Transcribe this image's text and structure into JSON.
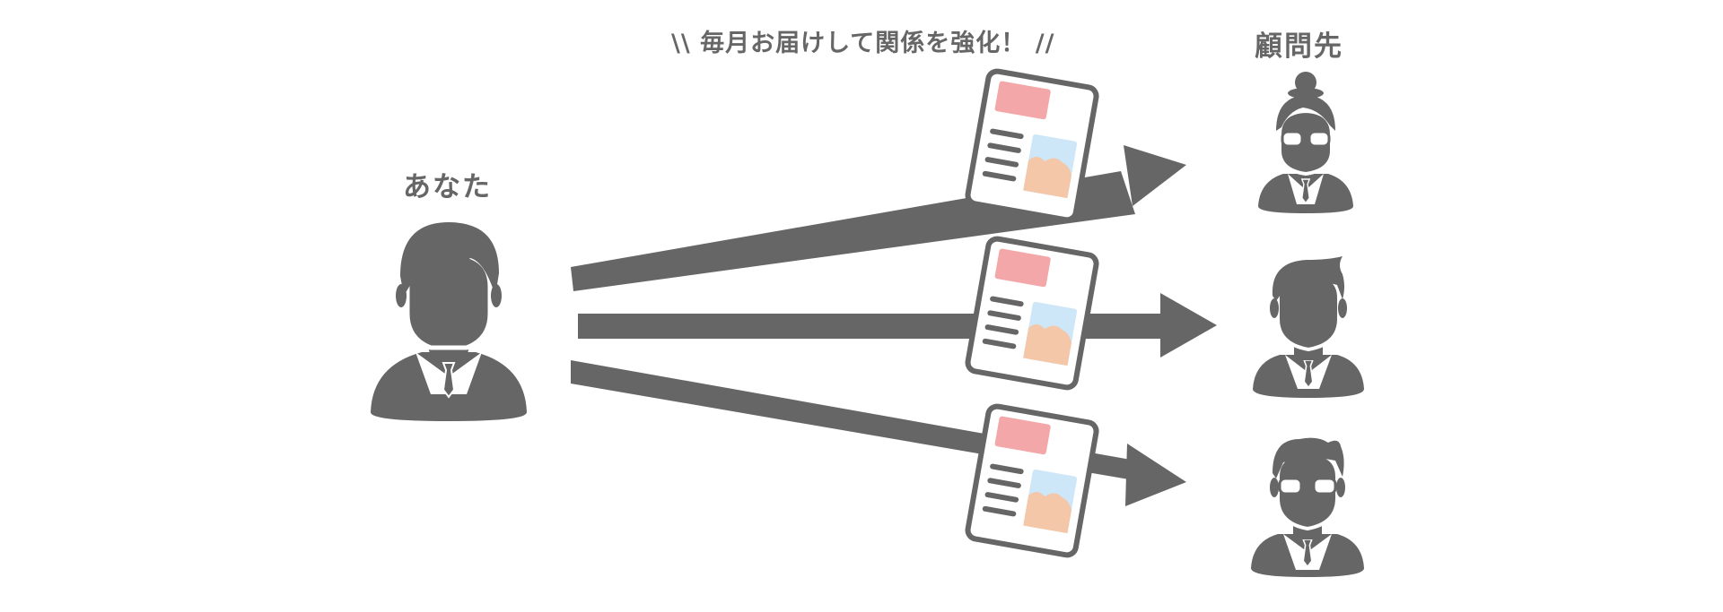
{
  "tagline": "\\\\ 毎月お届けして関係を強化！ //",
  "sender": {
    "label": "あなた",
    "icon": "businessman-icon"
  },
  "recipients": {
    "label": "顧問先",
    "people": [
      {
        "icon": "woman-with-glasses-icon"
      },
      {
        "icon": "man-icon"
      },
      {
        "icon": "man-with-glasses-and-mustache-icon"
      }
    ]
  },
  "newsletter": {
    "icon": "newsletter-document-icon",
    "count": 3
  },
  "colors": {
    "icon_gray": "#666666",
    "header_block": "#f4a7a8",
    "photo_sky": "#cde7f8",
    "photo_hill": "#f3c7a8"
  }
}
